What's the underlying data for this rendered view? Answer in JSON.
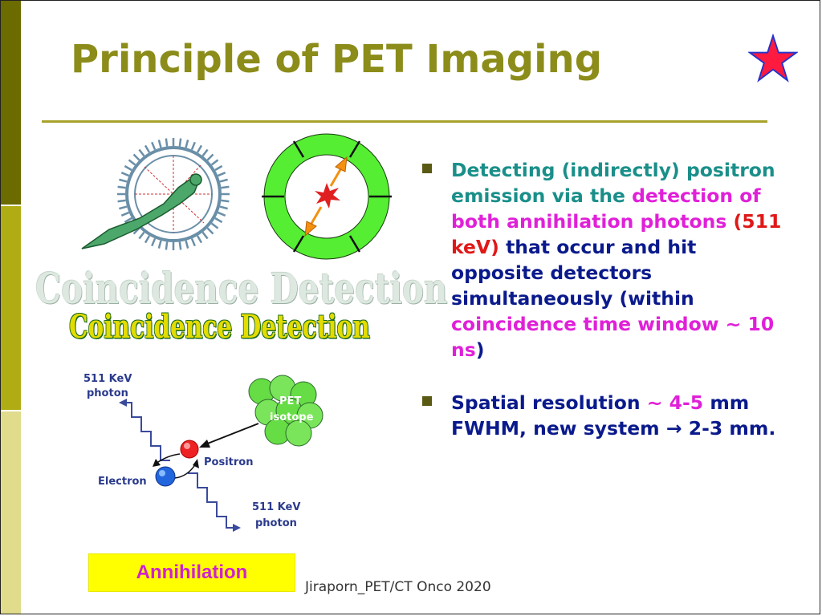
{
  "slide": {
    "title": "Principle of PET Imaging",
    "footer": "Jiraporn_PET/CT Onco 2020",
    "colors": {
      "title": "#8c8c1a",
      "rule": "#a8a22a",
      "star": "#ff1a40",
      "teal": "#1a8f8a",
      "magenta": "#e020d8",
      "red": "#e01818",
      "navy": "#0a1a8c",
      "sidebar": [
        "#6b6b00",
        "#b0ac14",
        "#e0dc8c",
        "#b0ac14"
      ]
    },
    "icons": {
      "star": "star-icon",
      "bullet": "square-bullet-icon",
      "arrow": "right-arrow-icon"
    }
  },
  "bullets": {
    "b1": {
      "p1": "Detecting (indirectly) positron emission via the",
      "p2": "detection of both annihilation photons",
      "p3": "(511 keV)",
      "p4": "that occur and hit opposite detectors simultaneously (within",
      "p5": "coincidence time window",
      "p6": "~ 10 ns",
      "p7": ")"
    },
    "b2": {
      "p1": "Spatial resolution",
      "p2": "~ 4-5",
      "p3": "mm FWHM, new system",
      "arrow": "→",
      "p4": "2-3 mm."
    }
  },
  "figures": {
    "wordart_back": "Coincidence Detection",
    "wordart_front": "Coincidence Detection",
    "annihilation": {
      "photon_top_1": "511 KeV",
      "photon_top_2": "photon",
      "isotope_1": "PET",
      "isotope_2": "isotope",
      "positron": "Positron",
      "electron": "Electron",
      "photon_bottom_1": "511 KeV",
      "photon_bottom_2": "photon"
    },
    "annihilation_box": "Annihilation"
  }
}
